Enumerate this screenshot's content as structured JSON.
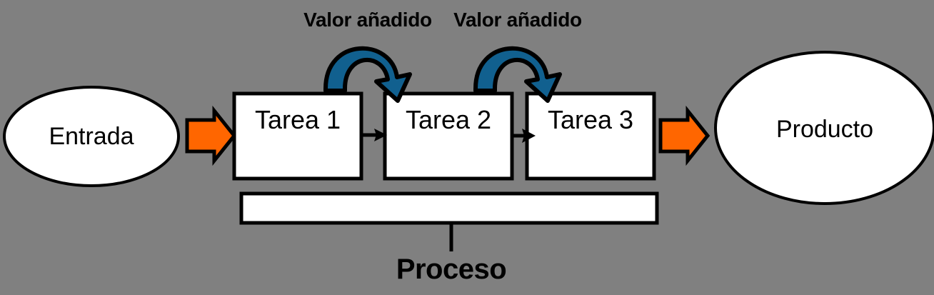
{
  "diagram": {
    "title": "Proceso",
    "background_color": "#808080",
    "shape_fill": "#ffffff",
    "stroke_color": "#000000",
    "accent_orange": "#ff6600",
    "accent_blue": "#11608f",
    "input": {
      "label": "Entrada",
      "shape": "ellipse"
    },
    "output": {
      "label": "Producto",
      "shape": "ellipse"
    },
    "tasks": [
      {
        "label": "Tarea 1"
      },
      {
        "label": "Tarea 2"
      },
      {
        "label": "Tarea 3"
      }
    ],
    "value_arrows": [
      {
        "label": "Valor añadido"
      },
      {
        "label": "Valor añadido"
      }
    ],
    "process_bar": {
      "label": "Proceso"
    }
  }
}
